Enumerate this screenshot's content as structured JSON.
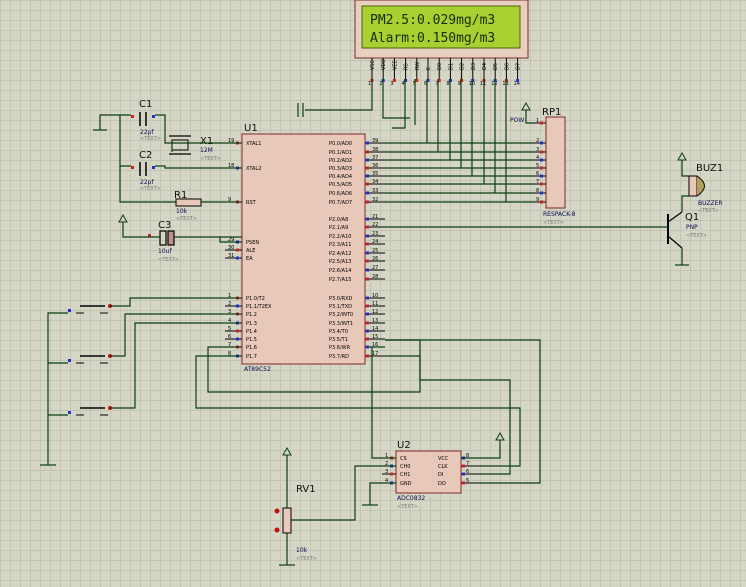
{
  "lcd": {
    "line1": "PM2.5:0.029mg/m3",
    "line2": "Alarm:0.150mg/m3",
    "pins": [
      "VSS",
      "VDD",
      "VEE",
      "RS",
      "RW",
      "E",
      "D0",
      "D1",
      "D2",
      "D3",
      "D4",
      "D5",
      "D6",
      "D7"
    ],
    "pin_numbers": [
      "1",
      "2",
      "3",
      "4",
      "5",
      "6",
      "7",
      "8",
      "9",
      "10",
      "11",
      "12",
      "13",
      "14"
    ]
  },
  "mcu": {
    "ref": "U1",
    "part": "AT89C52",
    "left_pins": [
      {
        "num": "19",
        "name": "XTAL1"
      },
      {
        "num": "18",
        "name": "XTAL2"
      },
      {
        "num": "9",
        "name": "RST"
      },
      {
        "num": "29",
        "name": "PSEN"
      },
      {
        "num": "30",
        "name": "ALE"
      },
      {
        "num": "31",
        "name": "EA"
      },
      {
        "num": "1",
        "name": "P1.0/T2"
      },
      {
        "num": "2",
        "name": "P1.1/T2EX"
      },
      {
        "num": "3",
        "name": "P1.2"
      },
      {
        "num": "4",
        "name": "P1.3"
      },
      {
        "num": "5",
        "name": "P1.4"
      },
      {
        "num": "6",
        "name": "P1.5"
      },
      {
        "num": "7",
        "name": "P1.6"
      },
      {
        "num": "8",
        "name": "P1.7"
      }
    ],
    "right_pins": [
      {
        "num": "39",
        "name": "P0.0/AD0"
      },
      {
        "num": "38",
        "name": "P0.1/AD1"
      },
      {
        "num": "37",
        "name": "P0.2/AD2"
      },
      {
        "num": "36",
        "name": "P0.3/AD3"
      },
      {
        "num": "35",
        "name": "P0.4/AD4"
      },
      {
        "num": "34",
        "name": "P0.5/AD5"
      },
      {
        "num": "33",
        "name": "P0.6/AD6"
      },
      {
        "num": "32",
        "name": "P0.7/AD7"
      },
      {
        "num": "21",
        "name": "P2.0/A8"
      },
      {
        "num": "22",
        "name": "P2.1/A9"
      },
      {
        "num": "23",
        "name": "P2.2/A10"
      },
      {
        "num": "24",
        "name": "P2.3/A11"
      },
      {
        "num": "25",
        "name": "P2.4/A12"
      },
      {
        "num": "26",
        "name": "P2.5/A13"
      },
      {
        "num": "27",
        "name": "P2.6/A14"
      },
      {
        "num": "28",
        "name": "P2.7/A15"
      },
      {
        "num": "10",
        "name": "P3.0/RXD"
      },
      {
        "num": "11",
        "name": "P3.1/TXD"
      },
      {
        "num": "12",
        "name": "P3.2/INT0"
      },
      {
        "num": "13",
        "name": "P3.3/INT1"
      },
      {
        "num": "14",
        "name": "P3.4/T0"
      },
      {
        "num": "15",
        "name": "P3.5/T1"
      },
      {
        "num": "16",
        "name": "P3.6/WR"
      },
      {
        "num": "17",
        "name": "P3.7/RD"
      }
    ]
  },
  "adc": {
    "ref": "U2",
    "part": "ADC0832",
    "left_pins": [
      {
        "num": "1",
        "name": "CS"
      },
      {
        "num": "2",
        "name": "CH0"
      },
      {
        "num": "3",
        "name": "CH1"
      },
      {
        "num": "4",
        "name": "GND"
      }
    ],
    "right_pins": [
      {
        "num": "8",
        "name": "VCC"
      },
      {
        "num": "7",
        "name": "CLK"
      },
      {
        "num": "6",
        "name": "DI"
      },
      {
        "num": "5",
        "name": "DO"
      }
    ]
  },
  "rp1": {
    "ref": "RP1",
    "part": "RESPACK-8",
    "pow_label": "POW",
    "pins": [
      "1",
      "2",
      "3",
      "4",
      "5",
      "6",
      "7",
      "8",
      "9"
    ]
  },
  "components": {
    "c1": {
      "ref": "C1",
      "value": "22pf"
    },
    "c2": {
      "ref": "C2",
      "value": "22pf"
    },
    "x1": {
      "ref": "X1",
      "value": "12M"
    },
    "r1": {
      "ref": "R1",
      "value": "10k"
    },
    "c3": {
      "ref": "C3",
      "value": "10uf"
    },
    "buz1": {
      "ref": "BUZ1",
      "value": "BUZZER"
    },
    "q1": {
      "ref": "Q1",
      "value": "PNP"
    },
    "rv1": {
      "ref": "RV1",
      "value": "10k"
    }
  },
  "text_placeholder": "<TEXT>",
  "colors": {
    "wire": "#0b3f10",
    "lcd_bg": "#a8d030",
    "chip_fill": "#e8c8b8",
    "pin_red": "#d02020",
    "pin_blue": "#2030d0"
  }
}
